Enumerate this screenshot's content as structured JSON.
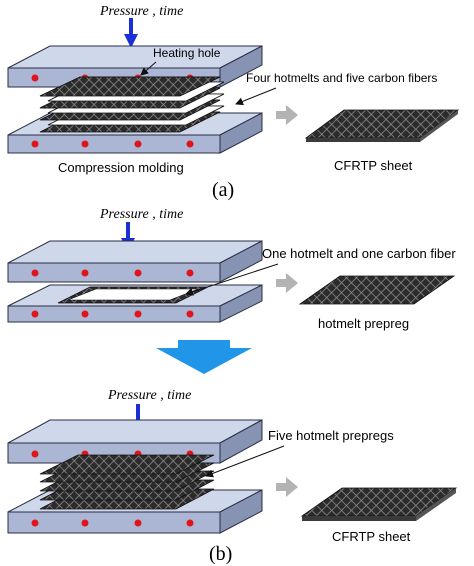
{
  "labels": {
    "pressure_time": "Pressure , time",
    "heating_hole": "Heating hole",
    "four_hotmelts": "Four hotmelts and five carbon fibers",
    "compression_molding": "Compression molding",
    "cfrtp_sheet": "CFRTP sheet",
    "caption_a": "(a)",
    "one_hotmelt": "One hotmelt and one carbon fiber",
    "hotmelt_prepreg": "hotmelt prepreg",
    "five_prepregs": "Five hotmelt prepregs",
    "caption_b": "(b)"
  },
  "colors": {
    "plate_top": "#cfd7ea",
    "plate_front": "#aab6d3",
    "plate_side": "#8793b3",
    "edge": "#2a2f45",
    "heating_dot": "#e1141b",
    "pressure_arrow": "#1a2fd6",
    "process_arrow": "#b3b3b3",
    "down_arrow": "#2196e8",
    "carbon_dark": "#2b2b2b",
    "carbon_light": "#8a8a8a"
  },
  "icons": {
    "pressure": "down-arrow-icon",
    "process": "right-arrow-icon",
    "transition": "big-down-arrow-icon"
  }
}
